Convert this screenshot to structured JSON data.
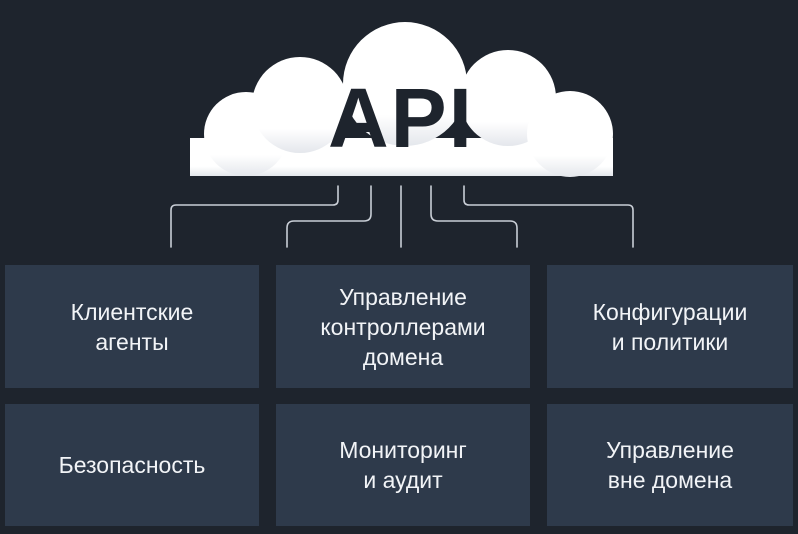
{
  "cloud": {
    "label": "API"
  },
  "tiles": [
    {
      "text": "Клиентские\nагенты"
    },
    {
      "text": "Управление\nконтроллерами\nдомена"
    },
    {
      "text": "Конфигурации\nи политики"
    },
    {
      "text": "Безопасность"
    },
    {
      "text": "Мониторинг\nи аудит"
    },
    {
      "text": "Управление\nвне домена"
    }
  ],
  "colors": {
    "background": "#1e242d",
    "tile": "#2e3a4b",
    "cloud": "#ffffff",
    "connector": "#c9ced6",
    "text": "#f2f4f7"
  }
}
